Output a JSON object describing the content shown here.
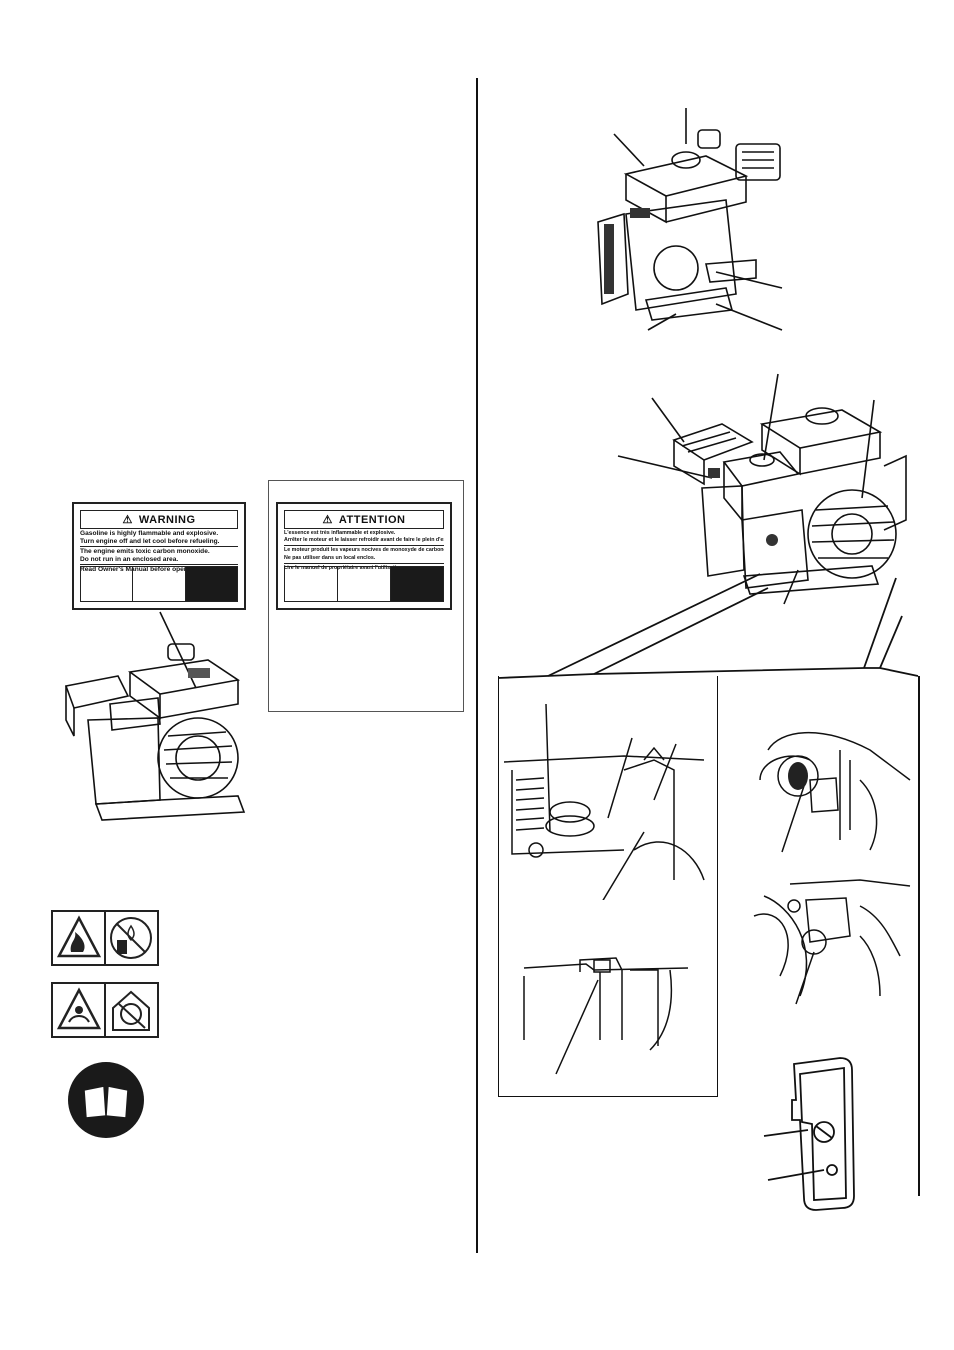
{
  "warning_label": {
    "title": "WARNING",
    "lines": [
      "Gasoline is highly flammable and explosive.",
      "Turn engine off and let cool before refueling.",
      "The engine emits toxic carbon monoxide.",
      "Do not run in an enclosed area.",
      "Read Owner's Manual before operation."
    ]
  },
  "attention_label": {
    "title": "ATTENTION",
    "lines": [
      "L'essence est très inflammable et explosive.",
      "Arrêter le moteur et le laisser refroidir avant de faire le plein d'essence.",
      "Le moteur produit les vapeurs nocives de monoxyde de carbone.",
      "Ne pas utiliser dans un local enclos.",
      "Lire le manuel de propriétaire avant l'utilisation."
    ]
  },
  "colors": {
    "ink": "#111111",
    "dark_fill": "#1a1a1a"
  }
}
